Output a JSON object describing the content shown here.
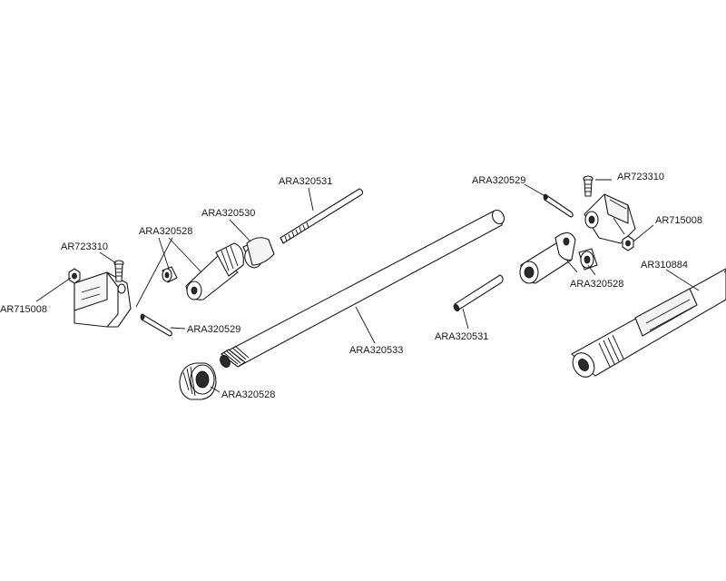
{
  "callouts": [
    {
      "id": "c1",
      "text": "ARA320531"
    },
    {
      "id": "c2",
      "text": "ARA320530"
    },
    {
      "id": "c3",
      "text": "ARA320528"
    },
    {
      "id": "c4",
      "text": "AR723310"
    },
    {
      "id": "c5",
      "text": "AR715008"
    },
    {
      "id": "c6",
      "text": "ARA320529"
    },
    {
      "id": "c7",
      "text": "ARA320533"
    },
    {
      "id": "c8",
      "text": "ARA320528"
    },
    {
      "id": "c9",
      "text": "ARA320531"
    },
    {
      "id": "c10",
      "text": "ARA320529"
    },
    {
      "id": "c11",
      "text": "AR723310"
    },
    {
      "id": "c12",
      "text": "AR715008"
    },
    {
      "id": "c13",
      "text": "ARA320528"
    },
    {
      "id": "c14",
      "text": "AR310884"
    }
  ]
}
